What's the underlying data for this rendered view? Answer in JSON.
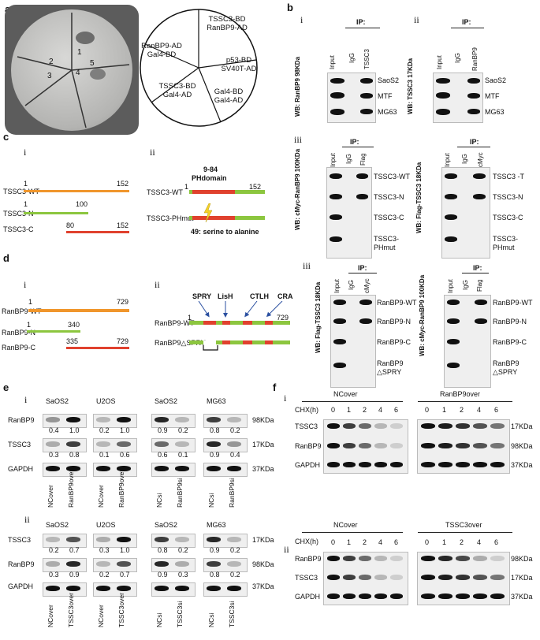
{
  "panel_a": {
    "letter": "a",
    "dish_numbers": [
      "1",
      "2",
      "3",
      "4",
      "5"
    ],
    "pie_labels": [
      "TSSC3-BD RanBP9-AD",
      "p53-BD SV40T-AD",
      "Gal4-BD Gal4-AD",
      "TSSC3-BD Gal4-AD",
      "RanBP9-AD Gal4-BD"
    ]
  },
  "panel_b": {
    "letter": "b",
    "i": {
      "num": "i",
      "ip": "IP:",
      "lanes": [
        "Input",
        "IgG",
        "TSSC3"
      ],
      "wb": "WB: RanBP9 98KDa",
      "rows": [
        "SaoS2",
        "MTF",
        "MG63"
      ]
    },
    "ii": {
      "num": "ii",
      "ip": "IP:",
      "lanes": [
        "Input",
        "IgG",
        "RanBP9"
      ],
      "wb": "WB: TSSC3 17KDa",
      "rows": [
        "SaoS2",
        "MTF",
        "MG63"
      ]
    }
  },
  "panel_c": {
    "letter": "c",
    "i": {
      "num": "i",
      "constructs": [
        {
          "name": "TSSC3-WT",
          "start": "1",
          "end": "152"
        },
        {
          "name": "TSSC3-N",
          "start": "1",
          "end": "100"
        },
        {
          "name": "TSSC3-C",
          "start": "80",
          "end": "152"
        }
      ]
    },
    "ii": {
      "num": "ii",
      "domain": "9-84",
      "domain_name": "PHdomain",
      "wt": "TSSC3-WT",
      "wt_start": "1",
      "wt_end": "152",
      "mut": "TSSC3-PHmut",
      "mutation": "49: serine to alanine"
    },
    "iii": {
      "num": "iii",
      "left": {
        "ip": "IP:",
        "lanes": [
          "Input",
          "IgG",
          "Flag"
        ],
        "wb": "WB: cMyc-RanBP9 100KDa",
        "rows": [
          "TSSC3-WT",
          "TSSC3-N",
          "TSSC3-C",
          "TSSC3- PHmut"
        ]
      },
      "right": {
        "ip": "IP:",
        "lanes": [
          "Input",
          "IgG",
          "cMyc"
        ],
        "wb": "WB: Flag-TSSC3 18KDa",
        "rows": [
          "TSSC3 -T",
          "TSSC3-N",
          "TSSC3-C",
          "TSSC3- PHmut"
        ]
      }
    }
  },
  "panel_d": {
    "letter": "d",
    "i": {
      "num": "i",
      "constructs": [
        {
          "name": "RanBP9-WT",
          "start": "1",
          "end": "729"
        },
        {
          "name": "RanBP9-N",
          "start": "1",
          "end": "340"
        },
        {
          "name": "RanBP9-C",
          "start": "335",
          "end": "729"
        }
      ]
    },
    "ii": {
      "num": "ii",
      "domains": [
        "SPRY",
        "LisH",
        "CTLH",
        "CRA"
      ],
      "wt": "RanBP9-WT",
      "wt_start": "1",
      "wt_end": "729",
      "del": "RanBP9△SPRY"
    },
    "iii": {
      "num": "iii",
      "left": {
        "ip": "IP:",
        "lanes": [
          "Input",
          "IgG",
          "cMyc"
        ],
        "wb": "WB: Flag-TSSC3 18KDa",
        "rows": [
          "RanBP9-WT",
          "RanBP9-N",
          "RanBP9-C",
          "RanBP9 △SPRY"
        ]
      },
      "right": {
        "ip": "IP:",
        "lanes": [
          "Input",
          "IgG",
          "Flag"
        ],
        "wb": "WB: cMyc-RanBP9 100KDa",
        "rows": [
          "RanBP9-WT",
          "RanBP9-N",
          "RanBP9-C",
          "RanBP9 △SPRY"
        ]
      }
    }
  },
  "panel_e": {
    "letter": "e",
    "i": {
      "num": "i",
      "cells": [
        "SaOS2",
        "U2OS",
        "SaOS2",
        "MG63"
      ],
      "rows": [
        "RanBP9",
        "TSSC3",
        "GAPDH"
      ],
      "sizes": [
        "98KDa",
        "17KDa",
        "37KDa"
      ],
      "ranbp9_values": [
        "0.4",
        "1.0",
        "0.2",
        "1.0",
        "0.9",
        "0.2",
        "0.8",
        "0.2"
      ],
      "tssc3_values": [
        "0.3",
        "0.8",
        "0.1",
        "0.6",
        "0.6",
        "0.1",
        "0.9",
        "0.4"
      ],
      "lanes": [
        "NCover",
        "RanBP9over",
        "NCover",
        "RanBP9over",
        "NCsi",
        "RanBP9si",
        "NCsi",
        "RanBP9si"
      ]
    },
    "ii": {
      "num": "ii",
      "cells": [
        "SaOS2",
        "U2OS",
        "SaOS2",
        "MG63"
      ],
      "rows": [
        "TSSC3",
        "RanBP9",
        "GAPDH"
      ],
      "sizes": [
        "17KDa",
        "98KDa",
        "37KDa"
      ],
      "tssc3_values": [
        "0.2",
        "0.7",
        "0.3",
        "1.0",
        "0.8",
        "0.2",
        "0.9",
        "0.2"
      ],
      "ranbp9_values": [
        "0.3",
        "0.9",
        "0.2",
        "0.7",
        "0.9",
        "0.3",
        "0.8",
        "0.2"
      ],
      "lanes": [
        "NCover",
        "TSSC3over",
        "NCover",
        "TSSC3over",
        "NCsi",
        "TSSC3si",
        "NCsi",
        "TSSC3si"
      ]
    }
  },
  "panel_f": {
    "letter": "f",
    "i": {
      "num": "i",
      "groups": [
        "NCover",
        "RanBP9over"
      ],
      "chx_label": "CHX(h)",
      "times": [
        "0",
        "1",
        "2",
        "4",
        "6"
      ],
      "rows": [
        "TSSC3",
        "RanBP9",
        "GAPDH"
      ],
      "sizes": [
        "17KDa",
        "98KDa",
        "37KDa"
      ]
    },
    "ii": {
      "num": "ii",
      "groups": [
        "NCover",
        "TSSC3over"
      ],
      "chx_label": "CHX(h)",
      "times": [
        "0",
        "1",
        "2",
        "4",
        "6"
      ],
      "rows": [
        "RanBP9",
        "TSSC3",
        "GAPDH"
      ],
      "sizes": [
        "98KDa",
        "17KDa",
        "37KDa"
      ]
    }
  }
}
